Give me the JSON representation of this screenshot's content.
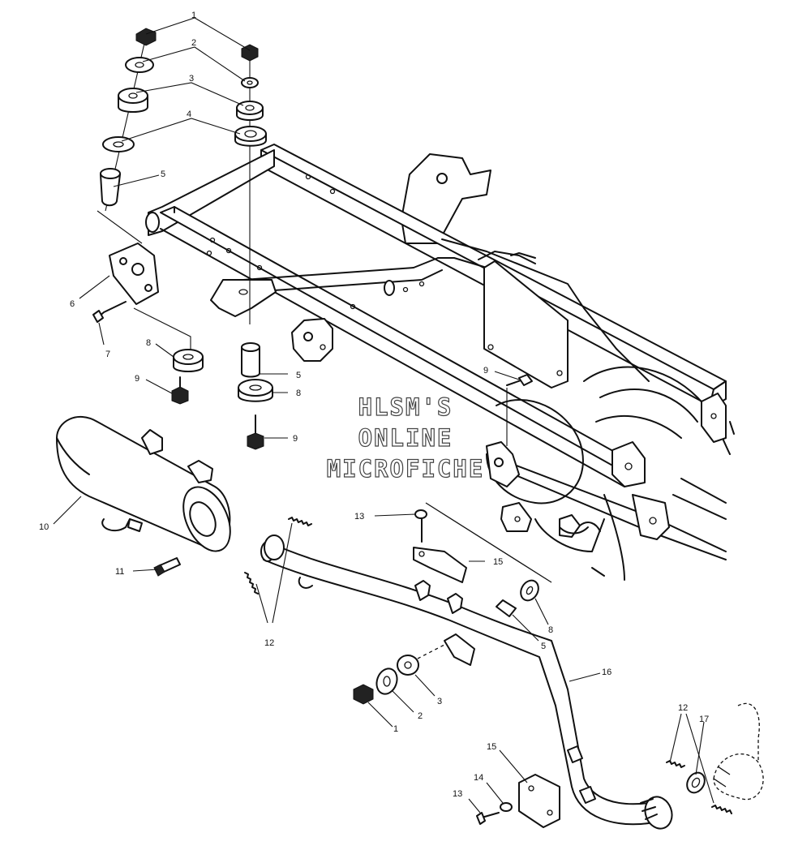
{
  "watermark": {
    "line1": "HLSM'S",
    "line2": "ONLINE",
    "line3": "MICROFICHE"
  },
  "callouts": [
    {
      "id": "c1a",
      "text": "1"
    },
    {
      "id": "c2a",
      "text": "2"
    },
    {
      "id": "c3a",
      "text": "3"
    },
    {
      "id": "c4a",
      "text": "4"
    },
    {
      "id": "c5a",
      "text": "5"
    },
    {
      "id": "c6",
      "text": "6"
    },
    {
      "id": "c7",
      "text": "7"
    },
    {
      "id": "c8a",
      "text": "8"
    },
    {
      "id": "c9a",
      "text": "9"
    },
    {
      "id": "c5b",
      "text": "5"
    },
    {
      "id": "c8b",
      "text": "8"
    },
    {
      "id": "c9b",
      "text": "9"
    },
    {
      "id": "c9c",
      "text": "9"
    },
    {
      "id": "c10",
      "text": "10"
    },
    {
      "id": "c11",
      "text": "11"
    },
    {
      "id": "c12a",
      "text": "12"
    },
    {
      "id": "c13a",
      "text": "13"
    },
    {
      "id": "c15a",
      "text": "15"
    },
    {
      "id": "c8c",
      "text": "8"
    },
    {
      "id": "c5c",
      "text": "5"
    },
    {
      "id": "c16",
      "text": "16"
    },
    {
      "id": "c3b",
      "text": "3"
    },
    {
      "id": "c2b",
      "text": "2"
    },
    {
      "id": "c1b",
      "text": "1"
    },
    {
      "id": "c12b",
      "text": "12"
    },
    {
      "id": "c17",
      "text": "17"
    },
    {
      "id": "c15b",
      "text": "15"
    },
    {
      "id": "c14",
      "text": "14"
    },
    {
      "id": "c13b",
      "text": "13"
    }
  ]
}
